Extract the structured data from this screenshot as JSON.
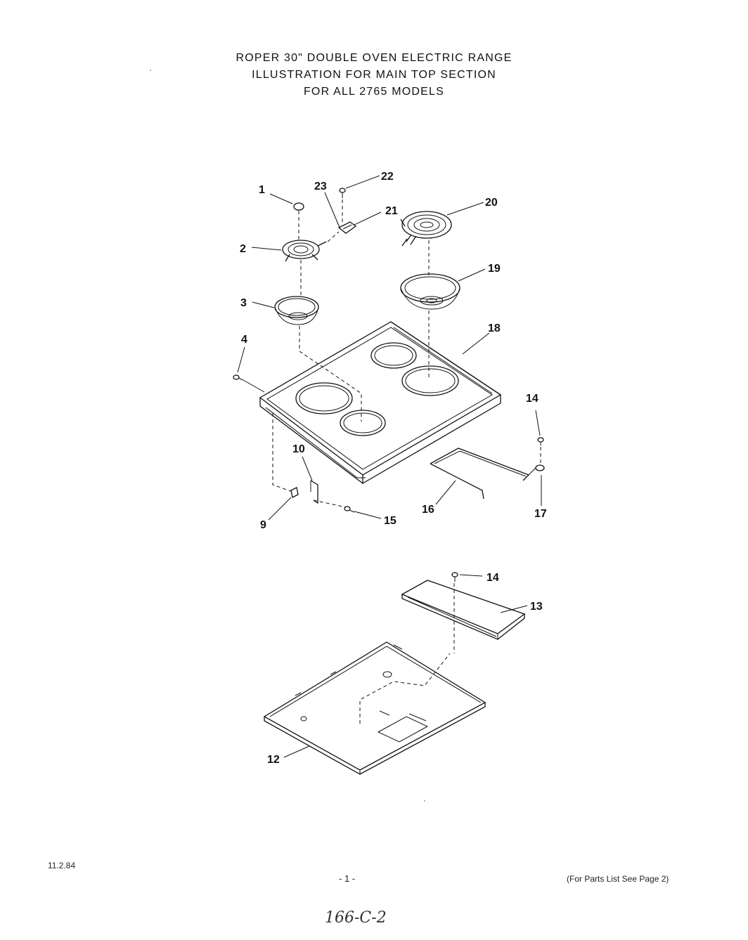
{
  "title": {
    "line1": "ROPER 30\" DOUBLE OVEN ELECTRIC RANGE",
    "line2": "ILLUSTRATION FOR MAIN TOP SECTION",
    "line3": "FOR ALL 2765 MODELS"
  },
  "callouts": {
    "c1": "1",
    "c2": "2",
    "c3": "3",
    "c4": "4",
    "c9": "9",
    "c10": "10",
    "c12": "12",
    "c13": "13",
    "c14a": "14",
    "c14b": "14",
    "c15": "15",
    "c16": "16",
    "c17": "17",
    "c18": "18",
    "c19": "19",
    "c20": "20",
    "c21": "21",
    "c22": "22",
    "c23": "23"
  },
  "footer": {
    "date": "11.2.84",
    "page": "- 1 -",
    "parts_note": "(For Parts List See Page 2)",
    "handwritten": "166-C-2"
  }
}
